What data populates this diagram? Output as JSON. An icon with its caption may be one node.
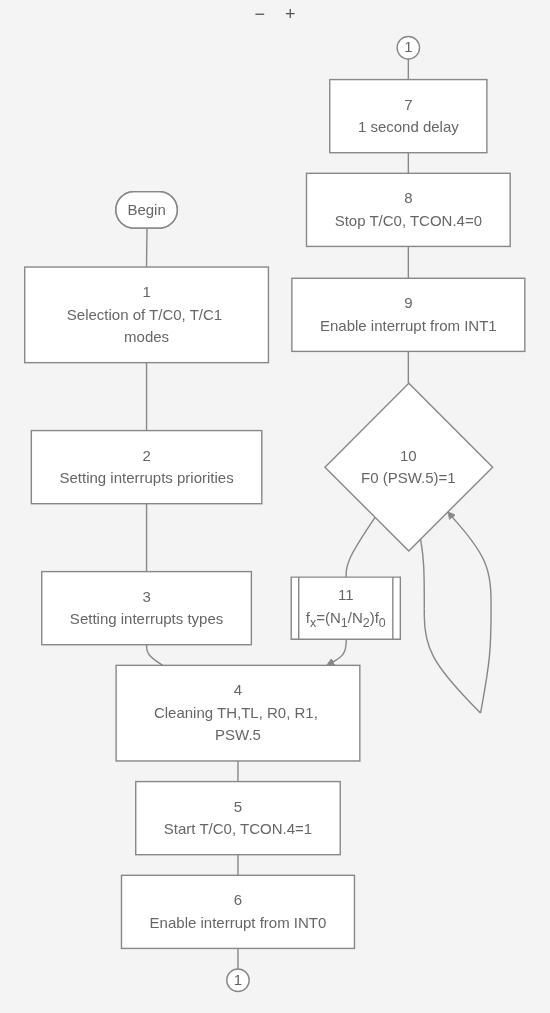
{
  "diagram": {
    "nodes": [
      {
        "text": [
          "Begin"
        ]
      },
      {
        "text": [
          "1",
          "Selection of T/C0, T/C1 modes"
        ]
      },
      {
        "text": [
          "2",
          "Setting interrupts priorities"
        ]
      },
      {
        "text": [
          "3",
          "Setting interrupts types"
        ]
      },
      {
        "text": [
          "4",
          "Cleaning TH,TL, R0, R1, PSW.5"
        ]
      },
      {
        "text": [
          "5",
          "Start T/C0, TCON.4=1"
        ]
      },
      {
        "text": [
          "6",
          "Enable interrupt from INT0"
        ]
      },
      {
        "text": [
          "1"
        ]
      },
      {
        "text": [
          "1"
        ]
      },
      {
        "text": [
          "7",
          "1 second delay"
        ]
      },
      {
        "text": [
          "8",
          "Stop T/C0, TCON.4=0"
        ]
      },
      {
        "text": [
          "9",
          "Enable interrupt from INT1"
        ]
      },
      {
        "text": [
          "10",
          "F0 (PSW.5)=1"
        ]
      },
      {
        "text": [
          "11",
          "f$_{x}$=(N$_{1}$/N$_{2}$)f$_{0}$"
        ]
      }
    ],
    "edges": [
      {
        "from": 0,
        "to": 1,
        "arrow": "none"
      },
      {
        "from": 1,
        "to": 2,
        "arrow": "none"
      },
      {
        "from": 2,
        "to": 3,
        "arrow": "none"
      },
      {
        "from": 3,
        "to": 4,
        "arrow": "none"
      },
      {
        "from": 4,
        "to": 5,
        "arrow": "none"
      },
      {
        "from": 5,
        "to": 6,
        "arrow": "none"
      },
      {
        "from": 6,
        "to": 7,
        "arrow": "none"
      },
      {
        "from": 8,
        "to": 9,
        "arrow": "none"
      },
      {
        "from": 9,
        "to": 10,
        "arrow": "none"
      },
      {
        "from": 10,
        "to": 11,
        "arrow": "none"
      },
      {
        "from": 11,
        "to": 12,
        "arrow": "none"
      },
      {
        "from": 12,
        "to": 12,
        "arrow": "to"
      },
      {
        "from": 12,
        "to": 13,
        "arrow": "none"
      },
      {
        "from": 13,
        "to": 4,
        "arrow": "to"
      }
    ],
    "labels": [
      "−",
      "+"
    ]
  }
}
